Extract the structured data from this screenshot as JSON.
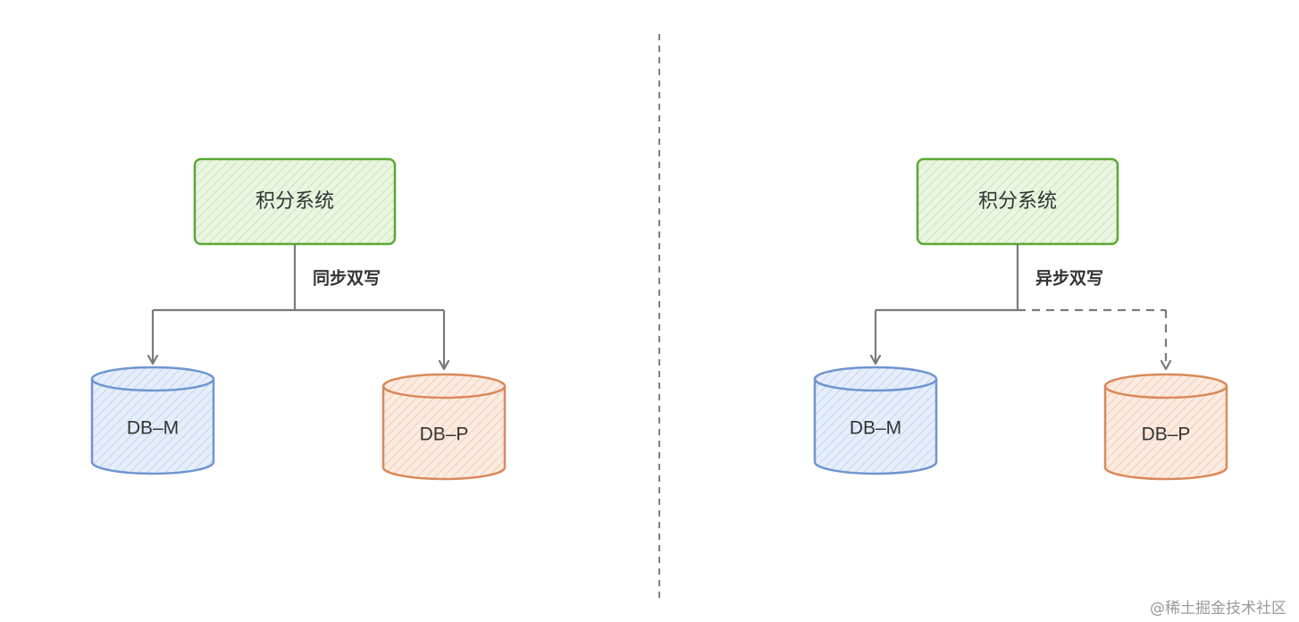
{
  "colors": {
    "system_stroke": "#5aa832",
    "system_fill": "#e7f5df",
    "db_m_stroke": "#6f95d0",
    "db_m_fill": "#e3ecfa",
    "db_p_stroke": "#d9895a",
    "db_p_fill": "#fbe8dc",
    "connector": "#7a7a7a",
    "divider": "#555555"
  },
  "left": {
    "system_label": "积分系统",
    "edge_label": "同步双写",
    "db_m_label": "DB–M",
    "db_p_label": "DB–P",
    "db_p_link_style": "solid"
  },
  "right": {
    "system_label": "积分系统",
    "edge_label": "异步双写",
    "db_m_label": "DB–M",
    "db_p_label": "DB–P",
    "db_p_link_style": "dashed"
  },
  "watermark": "@稀土掘金技术社区"
}
